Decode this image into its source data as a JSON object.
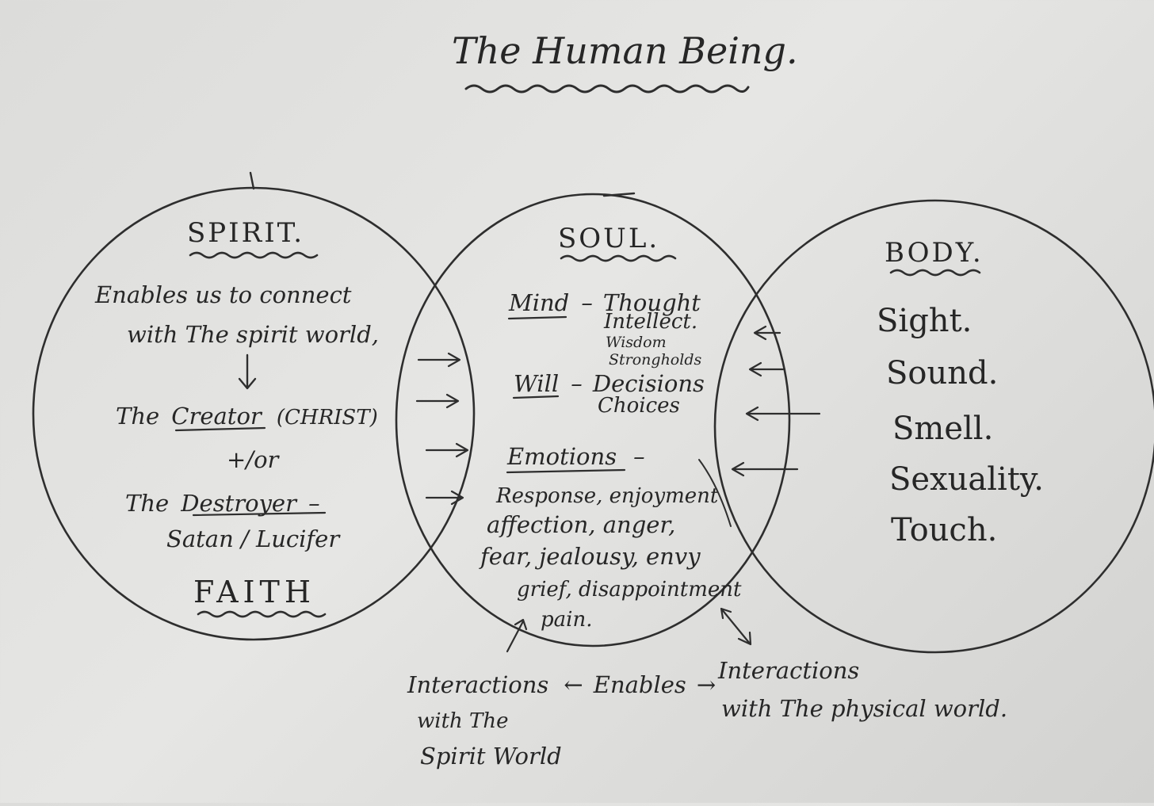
{
  "title": "The Human Being.",
  "spirit": {
    "heading": "SPIRIT.",
    "lines": [
      "Enables us to connect",
      "with The spirit world,"
    ],
    "creator_prefix": "The",
    "creator": "Creator",
    "creator_suffix": "(CHRIST)",
    "and_or": "+/or",
    "destroyer_prefix": "The",
    "destroyer": "Destroyer",
    "destroyer_suffix": "–",
    "satan": "Satan / Lucifer",
    "faith": "FAITH"
  },
  "soul": {
    "heading": "SOUL.",
    "mind_label": "Mind",
    "mind_dash": "–",
    "mind_items": [
      "Thought",
      "Intellect.",
      "Wisdom",
      "Strongholds"
    ],
    "will_label": "Will",
    "will_dash": "–",
    "will_items": [
      "Decisions",
      "Choices"
    ],
    "emotions_label": "Emotions",
    "emotions_dash": "–",
    "emotions_lines": [
      "Response, enjoyment",
      "affection, anger,",
      "fear, jealousy, envy",
      "grief, disappointment",
      "pain."
    ]
  },
  "body": {
    "heading": "BODY.",
    "items": [
      "Sight.",
      "Sound.",
      "Smell.",
      "Sexuality.",
      "Touch."
    ]
  },
  "bottom": {
    "left_lines": [
      "Interactions",
      "with The",
      "Spirit World"
    ],
    "center_left_arrow": "←",
    "center": "Enables",
    "center_right_arrow": "→",
    "right_lines": [
      "Interactions",
      "with The physical world."
    ]
  }
}
